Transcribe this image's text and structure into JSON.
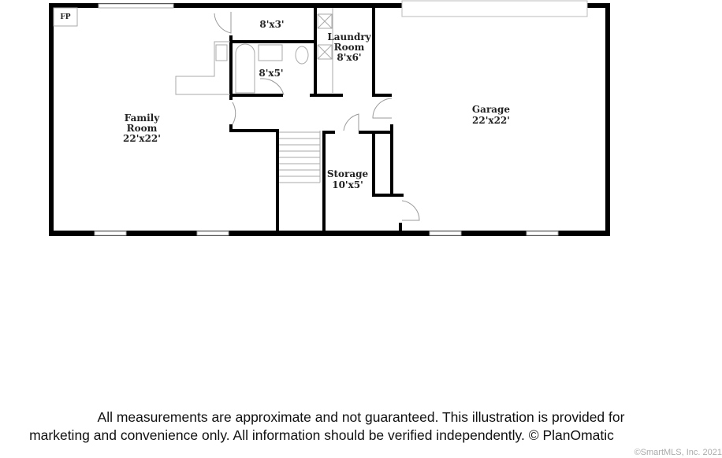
{
  "rooms": {
    "family": {
      "name1": "Family",
      "name2": "Room",
      "size": "22'x22'"
    },
    "closet": {
      "size": "8'x3'"
    },
    "bath": {
      "size": "8'x5'"
    },
    "laundry": {
      "name1": "Laundry",
      "name2": "Room",
      "size": "8'x6'"
    },
    "garage": {
      "name": "Garage",
      "size": "22'x22'"
    },
    "storage": {
      "name": "Storage",
      "size": "10'x5'"
    },
    "fireplace": {
      "label": "FP"
    }
  },
  "disclaimer": {
    "line1": "All measurements are approximate and not guaranteed. This illustration is provided for",
    "line2": "marketing and convenience only. All information should be verified independently. © PlanOmatic"
  },
  "copyright": "©SmartMLS, Inc. 2021"
}
